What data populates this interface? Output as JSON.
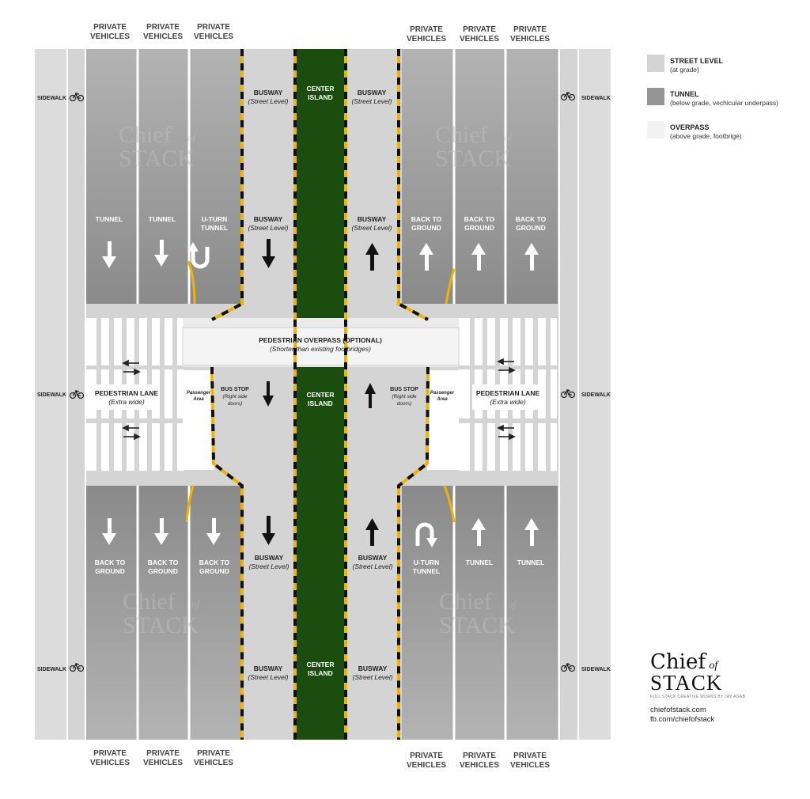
{
  "header_labels": {
    "private_vehicles": [
      "PRIVATE",
      "VEHICLES"
    ]
  },
  "lanes": {
    "sidewalk": "SIDEWALK",
    "busway": "BUSWAY",
    "street_level": "(Street Level)",
    "center_island": [
      "CENTER",
      "ISLAND"
    ],
    "tunnel": "TUNNEL",
    "u_turn_tunnel": [
      "U-TURN",
      "TUNNEL"
    ],
    "back_to_ground": [
      "BACK TO",
      "GROUND"
    ],
    "pedestrian_lane": "PEDESTRIAN LANE",
    "extra_wide": "(Extra wide)",
    "bus_stop": "BUS STOP",
    "right_side_doors": [
      "(Right side",
      "doors)"
    ],
    "passenger_area": [
      "Passenger",
      "Area"
    ],
    "overpass_title": "PEDESTRIAN OVERPASS (OPTIONAL)",
    "overpass_sub": "(Shorter than existing footbridges)"
  },
  "watermark": {
    "chief": "Chief",
    "of": "of",
    "stack": "STACK"
  },
  "legend": [
    {
      "title": "STREET LEVEL",
      "sub": "(at grade)",
      "color": "#d4d4d4"
    },
    {
      "title": "TUNNEL",
      "sub": "(below grade, vechicular underpass)",
      "color": "#959595"
    },
    {
      "title": "OVERPASS",
      "sub": "(above grade, footbrige)",
      "color": "#f2f2f2"
    }
  ],
  "brand": {
    "chief": "Chief",
    "of": "of",
    "stack": "STACK",
    "tagline": "FULL STACK CREATIVE WORKS BY JAY AGAB",
    "website": "chiefofstack.com",
    "facebook": "fb.com/chiefofstack"
  },
  "colors": {
    "street": "#d4d4d4",
    "tunnel": "#9a9a9a",
    "overpass": "#f2f2f2",
    "island": "#1b4d0e",
    "curb": "#f2b300",
    "background": "#ffffff"
  }
}
